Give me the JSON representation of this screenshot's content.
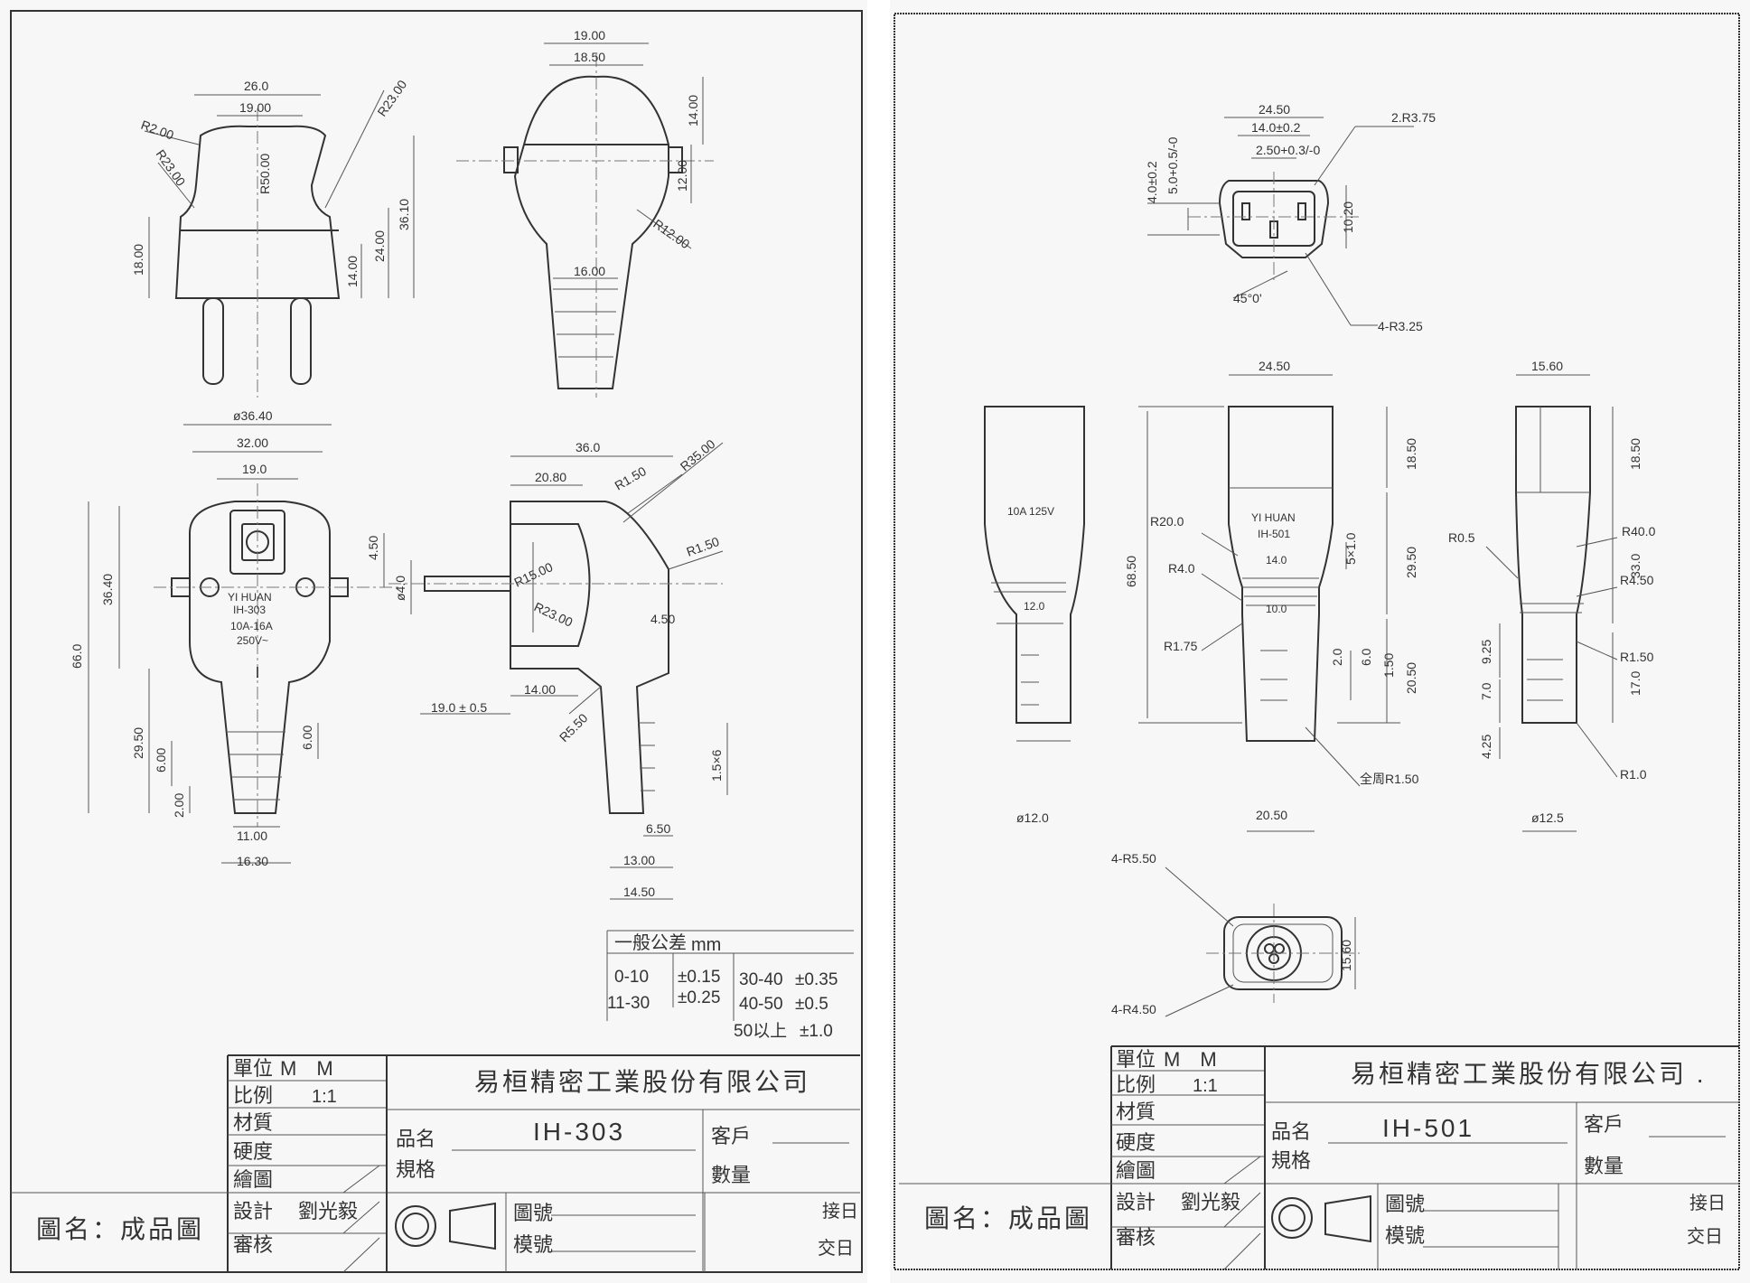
{
  "left": {
    "view1": {
      "d1": "26.0",
      "d2": "19.00",
      "r1": "R2.00",
      "r2": "R23.00",
      "r3": "R50.00",
      "r4": "R23.00",
      "h1": "18.00",
      "h2": "14.00",
      "h3": "24.00",
      "h4": "36.10"
    },
    "view2": {
      "d1": "19.00",
      "d2": "18.50",
      "d3": "14.00",
      "d4": "12.00",
      "r1": "R12.00",
      "d5": "16.00"
    },
    "view3": {
      "d1": "ø36.40",
      "d2": "32.00",
      "d3": "19.0",
      "mark1": "YI HUAN",
      "mark2": "IH-303",
      "mark3": "10A-16A",
      "mark4": "250V~",
      "h1": "36.40",
      "h2": "66.0",
      "h3": "29.50",
      "h4": "6.00",
      "h5": "2.00",
      "h6": "6.00",
      "h7": "4.50",
      "d4": "ø4.0",
      "w1": "11.00",
      "w2": "16.30"
    },
    "view4": {
      "d1": "36.0",
      "d2": "20.80",
      "r1": "R1.50",
      "r2": "R35.00",
      "r3": "R1.50",
      "r4": "R15.00",
      "r5": "R23.00",
      "d3": "4.50",
      "d4": "19.0 ± 0.5",
      "d5": "14.00",
      "r6": "R5.50",
      "d6": "1.5×6",
      "d7": "6.50",
      "d8": "13.00",
      "d9": "14.50"
    },
    "tolerance": {
      "title": "一般公差",
      "unit": "mm",
      "r1": "0-10",
      "r2": "11-30",
      "v1": "±0.15",
      "v2": "±0.25",
      "r3": "30-40",
      "v3": "±0.35",
      "r4": "40-50",
      "v4": "±0.5",
      "r5": "50以上",
      "v5": "±1.0"
    },
    "titleblock": {
      "unit_label": "單位",
      "unit_value": "M　M",
      "scale_label": "比例",
      "scale_value": "1:1",
      "material_label": "材質",
      "hardness_label": "硬度",
      "drawn_label": "繪圖",
      "design_label": "設計",
      "designer": "劉光毅",
      "review_label": "審核",
      "company": "易桓精密工業股份有限公司",
      "product_label": "品名",
      "product": "IH-303",
      "spec_label": "規格",
      "customer_label": "客戶",
      "qty_label": "數量",
      "drawing_no_label": "圖號",
      "mold_no_label": "模號",
      "receive_label": "接日",
      "deliver_label": "交日",
      "drawing_name": "圖名：成品圖"
    }
  },
  "right": {
    "top": {
      "d1": "24.50",
      "d2": "14.0±0.2",
      "d3": "2.50+0.3/-0",
      "r1": "2.R3.75",
      "v1": "4.0±0.2",
      "v2": "5.0+0.5/-0",
      "v3": "10.20",
      "a1": "45°0'",
      "r2": "4-R3.25"
    },
    "front": {
      "d1": "24.50",
      "mark1": "YI HUAN",
      "mark2": "IH-501",
      "d2": "14.0",
      "d3": "10.0",
      "r1": "R20.0",
      "r2": "R4.0",
      "r3": "R1.75",
      "h1": "68.50",
      "h2": "18.50",
      "h3": "29.50",
      "h4": "5×1.0",
      "h5": "2.0",
      "h6": "6.0",
      "h7": "1.50",
      "h8": "20.50",
      "r4": "全周R1.50",
      "w1": "20.50"
    },
    "left_view": {
      "mark": "10A 125V",
      "d1": "12.0",
      "d2": "ø12.0"
    },
    "side": {
      "d1": "15.60",
      "h1": "18.50",
      "h2": "33.0",
      "h3": "17.0",
      "h4": "9.25",
      "h5": "7.0",
      "h6": "4.25",
      "r1": "R0.5",
      "r2": "R40.0",
      "r3": "R4.50",
      "r4": "R1.50",
      "r5": "R1.0",
      "d2": "ø12.5"
    },
    "bottom": {
      "r1": "4-R5.50",
      "r2": "4-R4.50",
      "h1": "15.60"
    },
    "titleblock": {
      "unit_label": "單位",
      "unit_value": "M　M",
      "scale_label": "比例",
      "scale_value": "1:1",
      "material_label": "材質",
      "hardness_label": "硬度",
      "drawn_label": "繪圖",
      "design_label": "設計",
      "designer": "劉光毅",
      "review_label": "審核",
      "company": "易桓精密工業股份有限公司 .",
      "product_label": "品名",
      "product": "IH-501",
      "spec_label": "規格",
      "customer_label": "客戶",
      "qty_label": "數量",
      "drawing_no_label": "圖號",
      "mold_no_label": "模號",
      "receive_label": "接日",
      "deliver_label": "交日",
      "drawing_name": "圖名：成品圖"
    }
  }
}
